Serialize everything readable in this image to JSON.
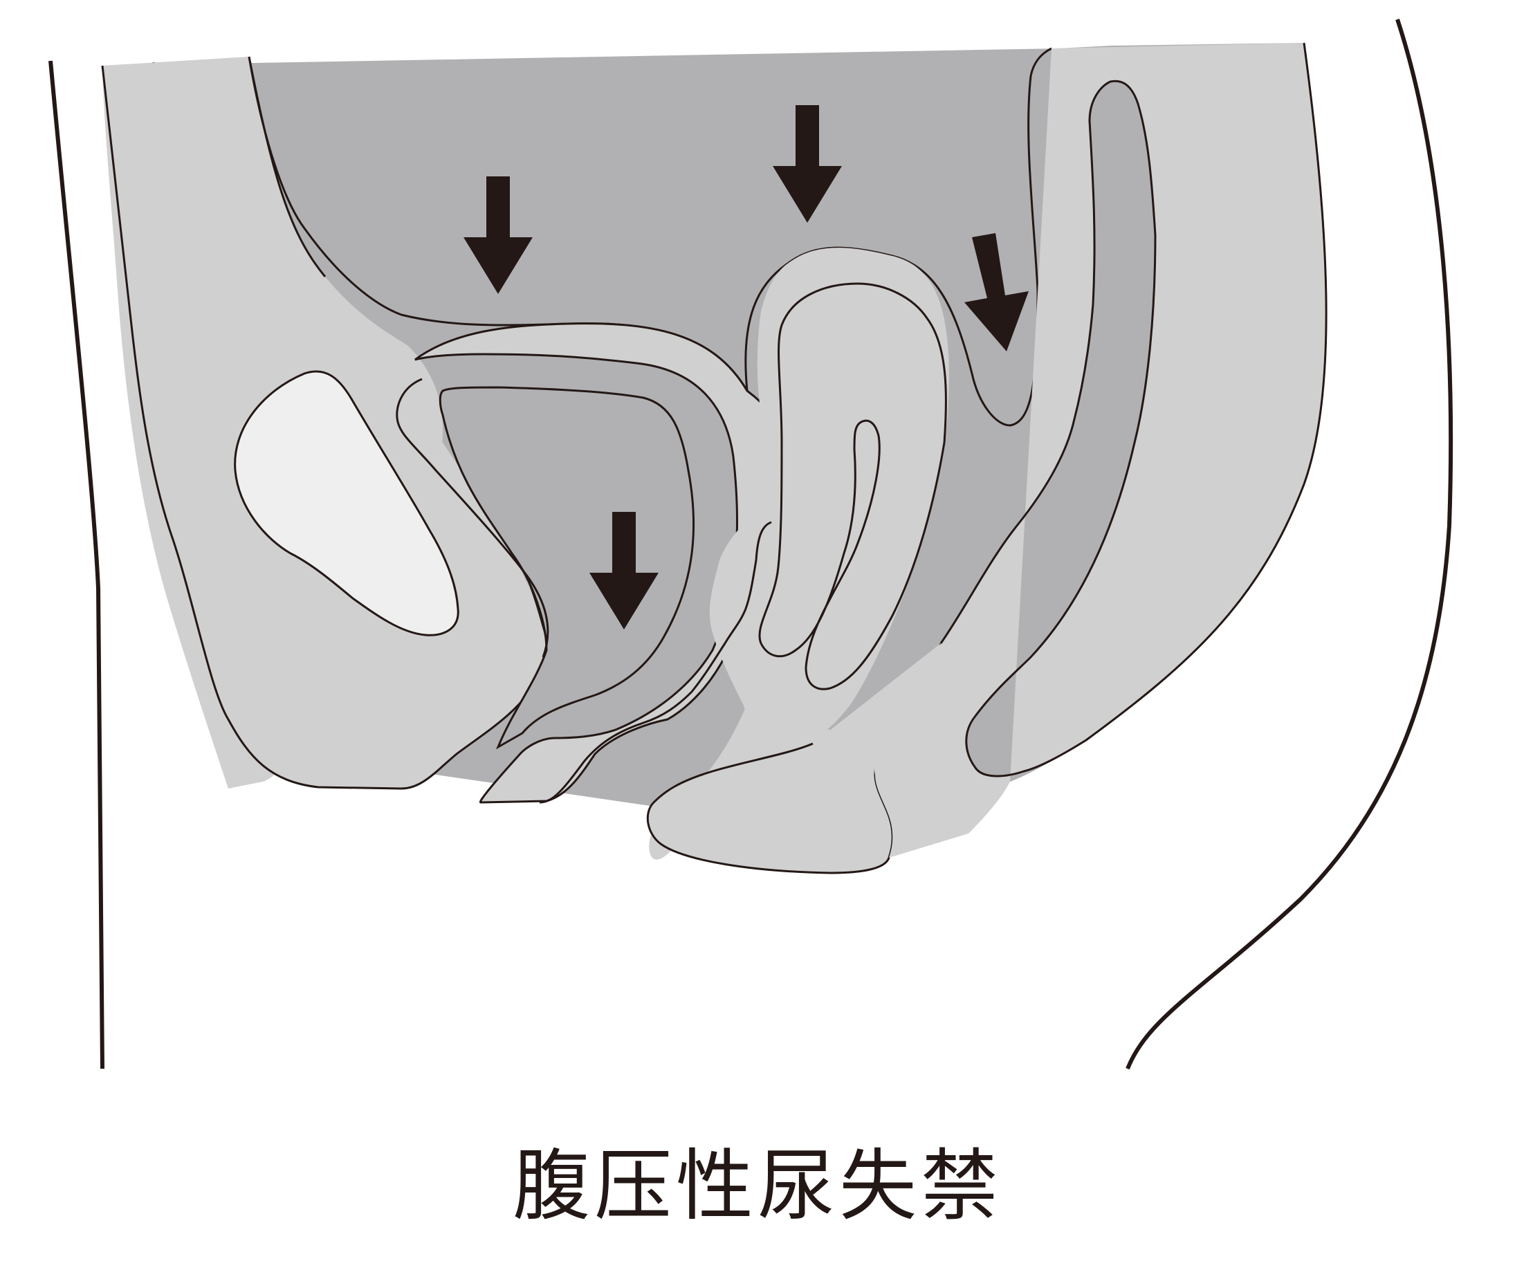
{
  "diagram": {
    "caption": "腹压性尿失禁"
  },
  "colors": {
    "background": "#ffffff",
    "cavity": "#b1b1b3",
    "tissue": "#d0d0d0",
    "pubic_bone": "#efefef",
    "outline": "#231815",
    "arrow": "#231815"
  },
  "arrows": [
    {
      "name": "arrow-bladder-top",
      "direction": "down"
    },
    {
      "name": "arrow-uterus-top",
      "direction": "down"
    },
    {
      "name": "arrow-rectum",
      "direction": "down-right"
    },
    {
      "name": "arrow-bladder-inner",
      "direction": "down"
    }
  ]
}
